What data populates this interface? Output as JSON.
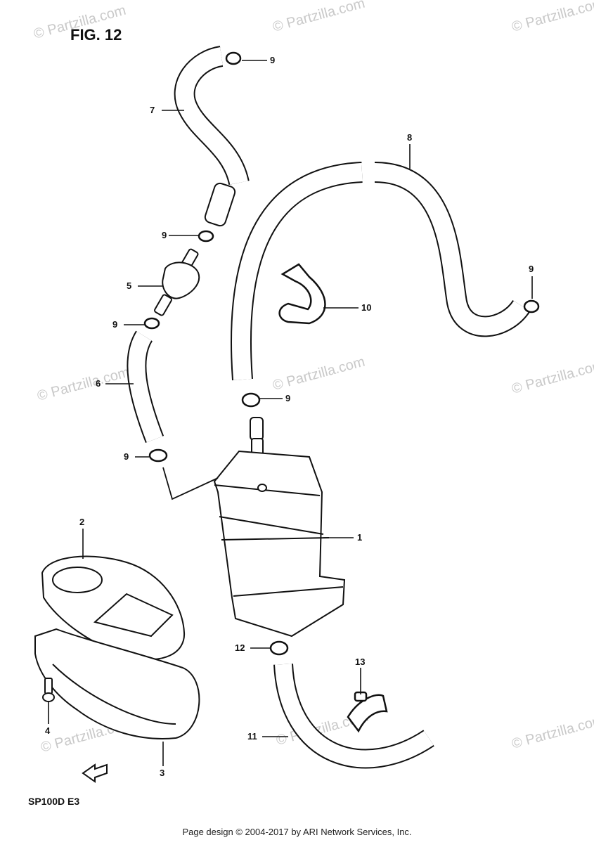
{
  "figure_title": "FIG. 12",
  "model_code": "SP100D E3",
  "footer_text": "Page design © 2004-2017 by ARI Network Services, Inc.",
  "watermark": "© Partzilla.com",
  "callouts": {
    "c1": "1",
    "c2": "2",
    "c3": "3",
    "c4": "4",
    "c5": "5",
    "c6": "6",
    "c7": "7",
    "c8": "8",
    "c9a": "9",
    "c9b": "9",
    "c9c": "9",
    "c9d": "9",
    "c9e": "9",
    "c9f": "9",
    "c10": "10",
    "c11": "11",
    "c12": "12",
    "c13": "13"
  },
  "colors": {
    "ink": "#111111",
    "watermark": "#c9c9c9",
    "background": "#ffffff"
  }
}
